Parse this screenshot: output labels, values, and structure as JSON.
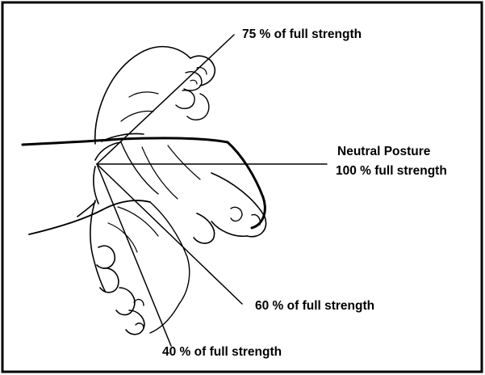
{
  "labels": {
    "top": "75 % of full strength",
    "neutral_line1": "Neutral Posture",
    "neutral_line2": "100 % full strength",
    "middle": "60 % of full strength",
    "bottom": "40 % of full strength"
  },
  "colors": {
    "ink": "#000000",
    "background": "#ffffff"
  }
}
